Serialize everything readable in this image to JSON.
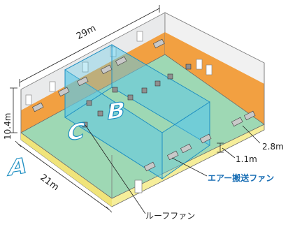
{
  "diagram": {
    "dimensions": {
      "length": "29m",
      "height": "10.4m",
      "width": "21m",
      "fan_spacing": "1.1m",
      "fan_height": "2.8m"
    },
    "zones": [
      "A",
      "B",
      "C"
    ],
    "callouts": {
      "air_transport_fan": "エアー搬送ファン",
      "roof_fan": "ルーフファン"
    },
    "colors": {
      "zone_panel": "#5fc8e6",
      "panel_edge": "#1e8fc2",
      "floor": "#9ed8b4",
      "base": "#f6ee9a",
      "wall_orange": "#f2a041",
      "wall_gray": "#e9eaeb",
      "callout_blue": "#1a6fb5"
    }
  }
}
